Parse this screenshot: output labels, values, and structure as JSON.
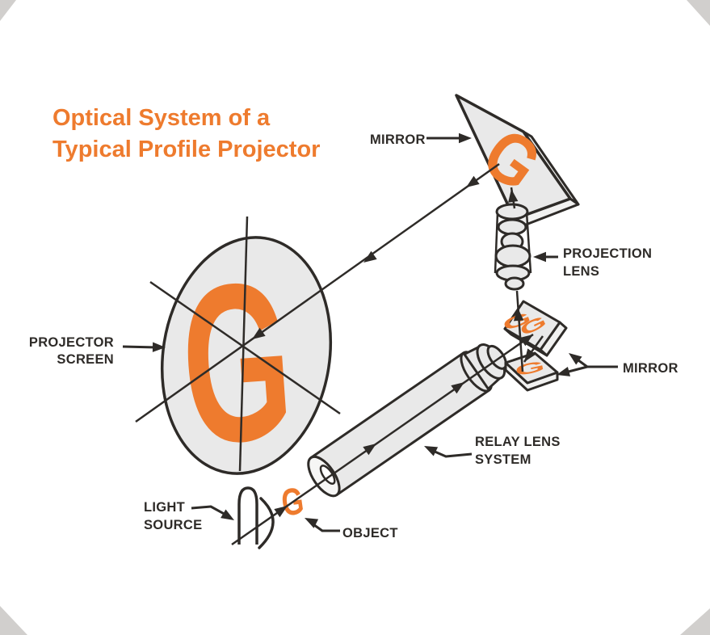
{
  "title": {
    "line1": "Optical System of  a",
    "line2": "Typical Profile Projector"
  },
  "labels": {
    "mirror_top": "MIRROR",
    "projection_lens": [
      "PROJECTION",
      "LENS"
    ],
    "mirror_right": "MIRROR",
    "relay_lens": [
      "RELAY LENS",
      "SYSTEM"
    ],
    "projector_screen": [
      "PROJECTOR",
      "SCREEN"
    ],
    "light_source": [
      "LIGHT",
      "SOURCE"
    ],
    "object": "OBJECT"
  },
  "glyphs": {
    "letter": "G"
  },
  "colors": {
    "accent": "#EE7B2E",
    "ink": "#2E2B28",
    "fill": "#E9E9E9",
    "fill_light": "#F1F1F0",
    "background": "#FFFFFF"
  }
}
